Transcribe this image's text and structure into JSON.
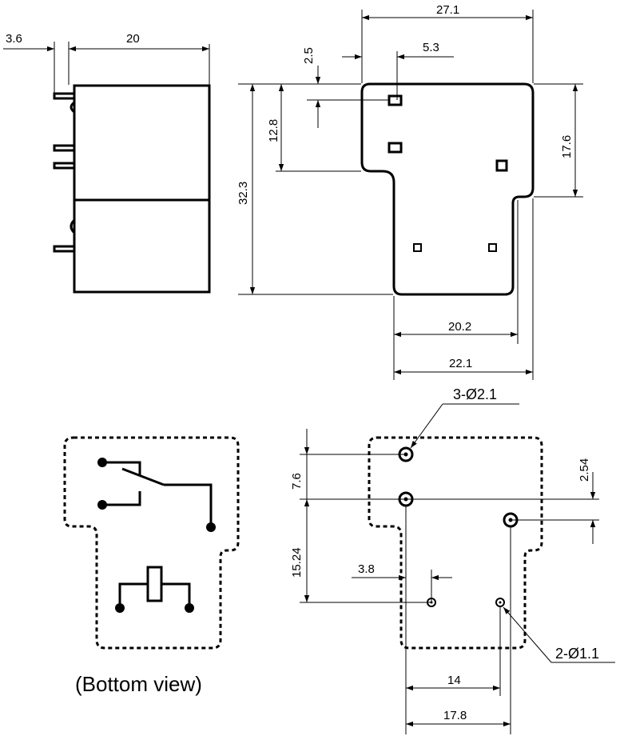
{
  "dimensions": {
    "side_pin_offset": "3.6",
    "side_width": "20",
    "top_width": "27.1",
    "pin_edge_offset": "2.5",
    "pin_center_offset": "5.3",
    "upper_height": "12.8",
    "total_height": "32.3",
    "right_height": "17.6",
    "lower_width_inner": "20.2",
    "lower_width_outer": "22.1",
    "pitch_vertical": "7.6",
    "offset_right": "2.54",
    "pitch_lower": "15.24",
    "coil_pin_offset": "3.8",
    "coil_pin_spacing": "14",
    "contact_to_coil": "17.8"
  },
  "holes": {
    "large": "3-Ø2.1",
    "small": "2-Ø1.1"
  },
  "caption": "(Bottom view)"
}
